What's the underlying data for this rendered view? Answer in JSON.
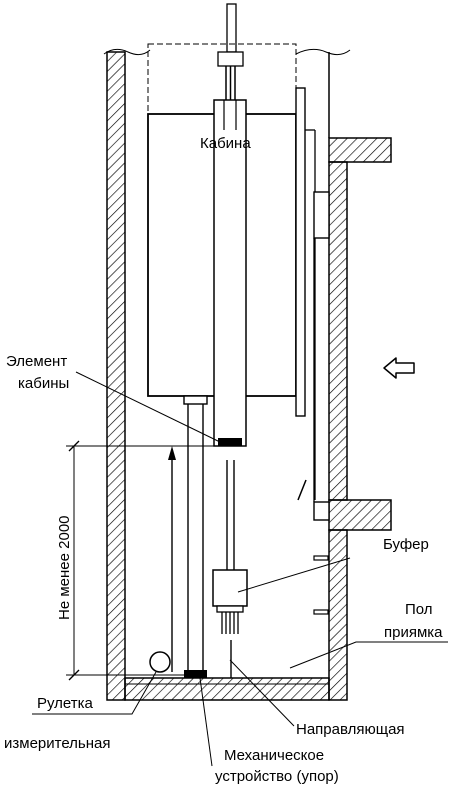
{
  "labels": {
    "cabin": "Кабина",
    "cabin_element_line1": "Элемент",
    "cabin_element_line2": "кабины",
    "min_distance": "Не менее 2000",
    "buffer": "Буфер",
    "pit_floor_line1": "Пол",
    "pit_floor_line2": "приямка",
    "guide_rail": "Направляющая",
    "tape_line1": "Рулетка",
    "tape_line2": "измерительная",
    "mech_line1": "Механическое",
    "mech_line2": "устройство (упор)"
  },
  "icons": {
    "direction": "left-arrow-icon"
  }
}
